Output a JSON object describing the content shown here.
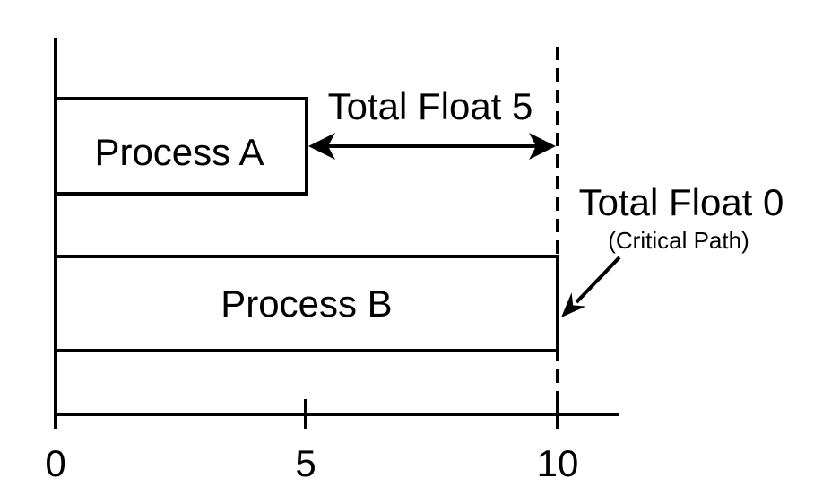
{
  "diagram": {
    "colors": {
      "ink": "#000000",
      "muted": "#4d4d4d",
      "background": "#ffffff"
    },
    "bars": [
      {
        "label": "Process A",
        "start": 0,
        "end": 5
      },
      {
        "label": "Process B",
        "start": 0,
        "end": 10
      }
    ],
    "axis": {
      "ticks": [
        "0",
        "5",
        "10"
      ]
    },
    "annotations": {
      "float5": "Total Float 5",
      "float0": "Total Float 0",
      "critical": "(Critical Path)"
    }
  },
  "chart_data": {
    "type": "bar",
    "orientation": "horizontal",
    "categories": [
      "Process A",
      "Process B"
    ],
    "values": [
      5,
      10
    ],
    "x_ticks": [
      0,
      5,
      10
    ],
    "xlim": [
      0,
      11.2
    ],
    "title": "",
    "xlabel": "",
    "ylabel": "",
    "grid": false,
    "annotations": [
      {
        "kind": "double_headed_arrow",
        "text": "Total Float 5",
        "x_from": 5,
        "x_to": 10,
        "row": "Process A"
      },
      {
        "kind": "arrow_callout",
        "text": "Total Float 0",
        "subtext": "(Critical Path)",
        "points_to_x": 10,
        "row": "Process B"
      },
      {
        "kind": "dashed_vertical_line",
        "x": 10
      }
    ]
  }
}
